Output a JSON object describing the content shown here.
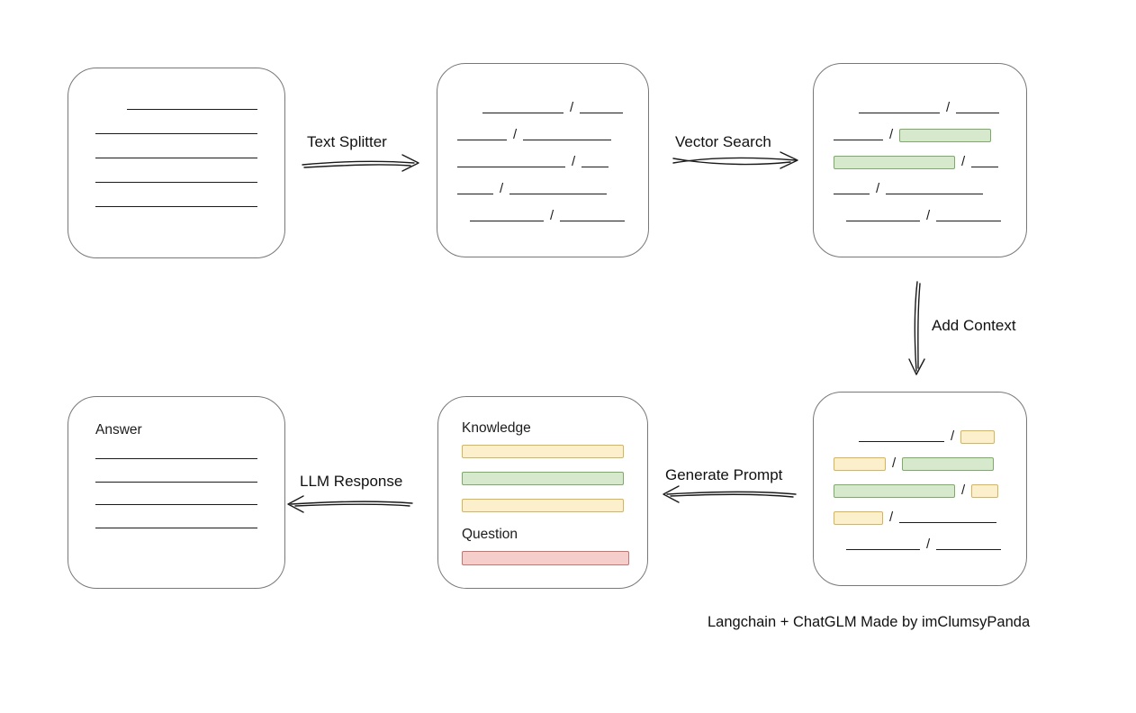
{
  "caption": "Langchain + ChatGLM Made by imClumsyPanda",
  "slash": "/",
  "labels": {
    "text_splitter": "Text Splitter",
    "vector_search": "Vector Search",
    "add_context": "Add Context",
    "generate_prompt": "Generate Prompt",
    "llm_response": "LLM Response"
  },
  "prompt": {
    "knowledge_label": "Knowledge",
    "question_label": "Question"
  },
  "answer": {
    "label": "Answer"
  },
  "colors": {
    "green_fill": "#d6e9cc",
    "green_stroke": "#7cab68",
    "yellow_fill": "#fcf0cc",
    "yellow_stroke": "#d8b452",
    "red_fill": "#f5cdca",
    "red_stroke": "#c57470",
    "line": "#1a1a1a",
    "box_border": "#787878"
  }
}
